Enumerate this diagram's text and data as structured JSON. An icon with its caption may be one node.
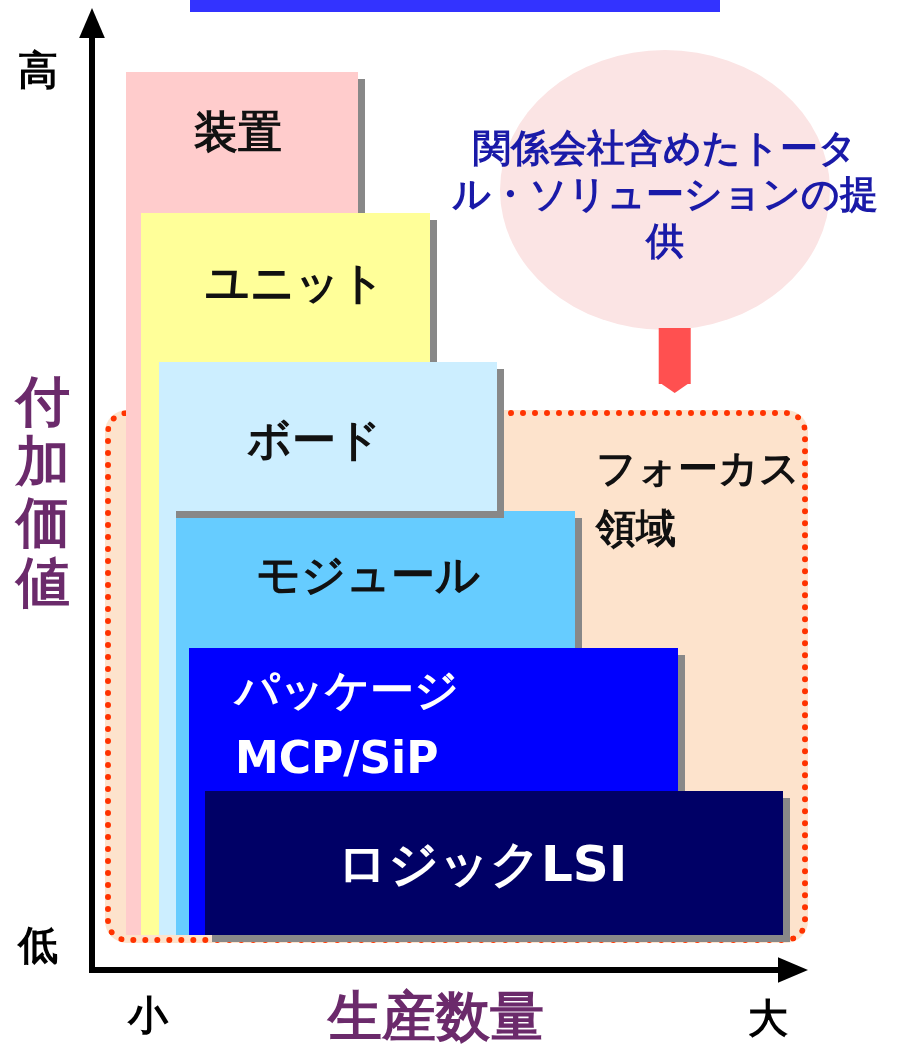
{
  "diagram": {
    "nodes": [
      {
        "text": [
          "フォーカス領域"
        ]
      },
      {
        "text": [
          "装置"
        ]
      },
      {
        "text": [
          "ユニット"
        ]
      },
      {
        "text": [
          "ボード"
        ]
      },
      {
        "text": [
          "モジュール"
        ],
        "in": 0
      },
      {
        "text": [
          "パッケージ",
          "MCP/SiP"
        ],
        "in": 0
      },
      {
        "text": [
          "ロジックLSI"
        ],
        "in": 0
      },
      {
        "text": [
          "関係会社含めたトータル・ソリューションの提供"
        ]
      }
    ],
    "edges": [
      {
        "from": 7,
        "to": 0,
        "arrow": "to"
      }
    ],
    "labels": [
      "高",
      "付加価値",
      "低",
      "小",
      "生産数量",
      "大"
    ]
  }
}
